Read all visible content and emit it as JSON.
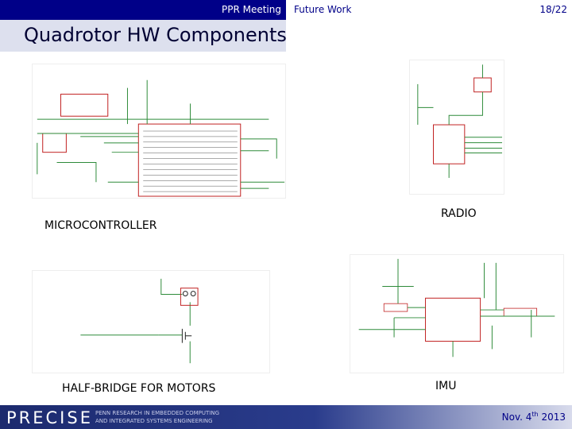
{
  "header": {
    "meeting": "PPR Meeting",
    "section": "Future Work",
    "page": "18/22"
  },
  "slide": {
    "title": "Quadrotor HW Components",
    "labels": {
      "microcontroller": "MICROCONTROLLER",
      "radio": "RADIO",
      "half_bridge": "HALF-BRIDGE FOR MOTORS",
      "imu": "IMU"
    }
  },
  "footer": {
    "logo": "PRECISE",
    "subtitle_1": "PENN RESEARCH IN EMBEDDED COMPUTING",
    "subtitle_2": "AND INTEGRATED SYSTEMS ENGINEERING",
    "date_prefix": "Nov. 4",
    "date_suffix": "th",
    "date_year": " 2013"
  },
  "colors": {
    "header_blue": "#000088",
    "schematic_green": "#2e8b3a",
    "schematic_red": "#c02020"
  }
}
